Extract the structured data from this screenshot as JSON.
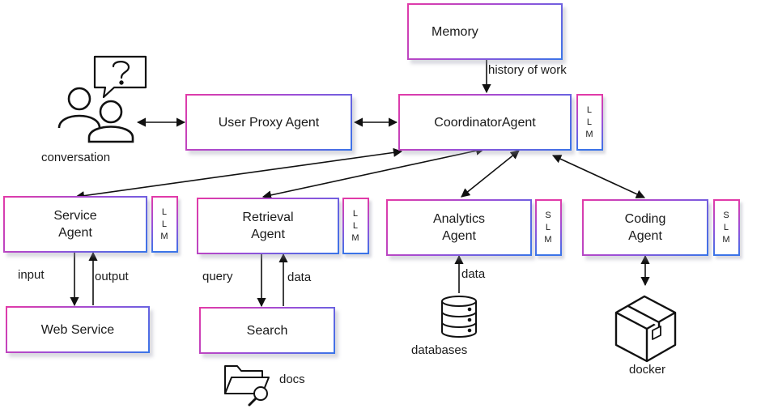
{
  "nodes": {
    "memory": "Memory",
    "coordinator": "CoordinatorAgent",
    "user_proxy": "User Proxy Agent",
    "service_agent": [
      "Service",
      "Agent"
    ],
    "retrieval_agent": [
      "Retrieval",
      "Agent"
    ],
    "analytics_agent": [
      "Analytics",
      "Agent"
    ],
    "coding_agent": [
      "Coding",
      "Agent"
    ],
    "web_service": "Web Service",
    "search": "Search"
  },
  "model_tags": {
    "coordinator": "L\nL\nM",
    "service": "L\nL\nM",
    "retrieval": "L\nL\nM",
    "analytics": "S\nL\nM",
    "coding": "S\nL\nM"
  },
  "edge_labels": {
    "history": "history of work",
    "input": "input",
    "output": "output",
    "query": "query",
    "retrieval_data": "data",
    "analytics_data": "data"
  },
  "icon_labels": {
    "conversation": "conversation",
    "docs": "docs",
    "databases": "databases",
    "docker": "docker"
  },
  "icons": [
    "cpu-chip-icon",
    "question-icon",
    "people-icon",
    "folder-search-icon",
    "database-icon",
    "package-box-icon"
  ]
}
